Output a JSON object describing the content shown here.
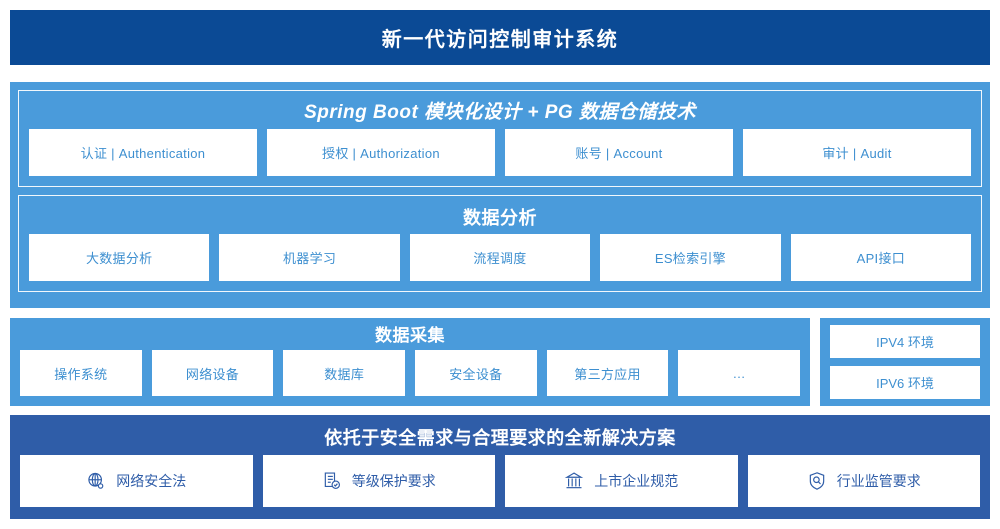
{
  "header": {
    "title": "新一代访问控制审计系统",
    "bg_color": "#0B4A95"
  },
  "platform": {
    "bg_color": "#4A9BDB",
    "groups": [
      {
        "title": "Spring Boot 模块化设计 + PG 数据仓储技术",
        "cards": [
          {
            "label": "认证 | Authentication"
          },
          {
            "label": "授权 | Authorization"
          },
          {
            "label": "账号 | Account"
          },
          {
            "label": "审计 | Audit"
          }
        ]
      },
      {
        "title": "数据分析",
        "cards": [
          {
            "label": "大数据分析"
          },
          {
            "label": "机器学习"
          },
          {
            "label": "流程调度"
          },
          {
            "label": "ES检索引擎"
          },
          {
            "label": "API接口"
          }
        ]
      }
    ]
  },
  "collection": {
    "bg_color": "#4A9BDB",
    "title": "数据采集",
    "cards": [
      {
        "label": "操作系统"
      },
      {
        "label": "网络设备"
      },
      {
        "label": "数据库"
      },
      {
        "label": "安全设备"
      },
      {
        "label": "第三方应用"
      },
      {
        "label": "…"
      }
    ],
    "environments": [
      {
        "label": "IPV4 环境"
      },
      {
        "label": "IPV6 环境"
      }
    ]
  },
  "solutions": {
    "bg_color": "#2F5DA8",
    "title": "依托于安全需求与合理要求的全新解决方案",
    "cards": [
      {
        "label": "网络安全法",
        "icon": "globe-icon"
      },
      {
        "label": "等级保护要求",
        "icon": "document-check-icon"
      },
      {
        "label": "上市企业规范",
        "icon": "bank-icon"
      },
      {
        "label": "行业监管要求",
        "icon": "shield-search-icon"
      }
    ]
  },
  "colors": {
    "card_text": "#3D8FD0",
    "solution_card_text": "#2F5DA8",
    "card_bg": "#FFFFFF"
  }
}
